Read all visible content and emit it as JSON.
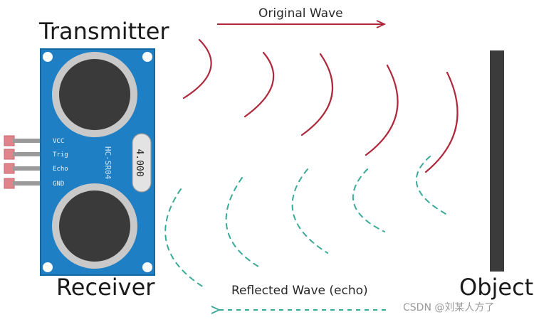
{
  "labels": {
    "transmitter": "Transmitter",
    "receiver": "Receiver",
    "object": "Object",
    "original_wave": "Original Wave",
    "reflected_wave": "Reflected Wave (echo)"
  },
  "sensor": {
    "model": "HC-SR04",
    "crystal_text": "4.000",
    "pins": [
      "VCC",
      "Trig",
      "Echo",
      "GND"
    ]
  },
  "watermark": "CSDN @刘某人方了",
  "colors": {
    "board": "#1f7fc4",
    "board_edge": "#15679f",
    "transducer_ring": "#c9c9c9",
    "transducer_core": "#3a3a3a",
    "pin": "#e0848b",
    "original_wave": "#b0283c",
    "reflected_wave": "#3aaa98",
    "object": "#3b3b3b"
  }
}
